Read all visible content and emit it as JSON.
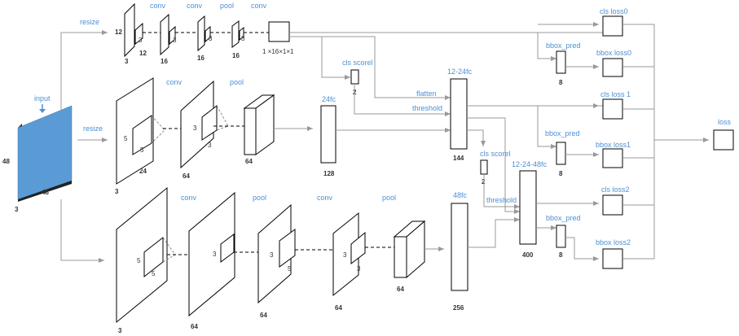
{
  "input": {
    "label": "input",
    "dim_h": "48",
    "dim_w": "48",
    "dim_c": "3",
    "color": "#5b9bd5"
  },
  "net12": {
    "resize_label": "resize",
    "layers": [
      {
        "type_label": "conv",
        "h": "12",
        "c": "3",
        "k": "3"
      },
      {
        "type_label": "conv",
        "h": "12",
        "c": "16",
        "k": "3"
      },
      {
        "type_label": "pool",
        "c": "16",
        "k": "3"
      },
      {
        "type_label": "conv",
        "c": "16",
        "k": "3"
      }
    ],
    "out_label": "1 ×16×1×1",
    "cls_label": "cls scorel",
    "cls_dim": "2"
  },
  "net24": {
    "resize_label": "resize",
    "conv_label": "conv",
    "pool_label": "pool",
    "c1": "3",
    "k1a": "5",
    "k1b": "5",
    "w1": "24",
    "c2": "64",
    "k2a": "3",
    "k2b": "3",
    "c3": "64",
    "fc_label": "24fc",
    "fc_dim": "128"
  },
  "merge24": {
    "flatten_label": "flatten",
    "threshold_label": "threshold",
    "fc_label": "12-24fc",
    "fc_dim": "144",
    "cls_label": "cls scorel",
    "cls_dim": "2"
  },
  "net48": {
    "labels": [
      "conv",
      "pool",
      "conv",
      "pool"
    ],
    "c1": "3",
    "k1a": "5",
    "k1b": "5",
    "c2": "64",
    "k2": "3",
    "c3": "64",
    "k3a": "3",
    "k3b": "5",
    "c4": "64",
    "k4a": "3",
    "k4b": "3",
    "c5": "64",
    "fc_label": "48fc",
    "fc_dim": "256"
  },
  "merge48": {
    "threshold_label": "threshold",
    "fc_label": "12-24-48fc",
    "fc_dim": "400"
  },
  "heads": {
    "cls_loss0": "cls loss0",
    "bbox_pred0": "bbox_pred",
    "bbox_dim0": "8",
    "bbox_loss0": "bbox loss0",
    "cls_loss1": "cls loss 1",
    "bbox_pred1": "bbox_pred",
    "bbox_dim1": "8",
    "bbox_loss1": "bbox loss1",
    "cls_loss2": "cls loss2",
    "bbox_pred2": "bbox_pred",
    "bbox_dim2": "8",
    "bbox_loss2": "bbox loss2",
    "loss": "loss"
  }
}
